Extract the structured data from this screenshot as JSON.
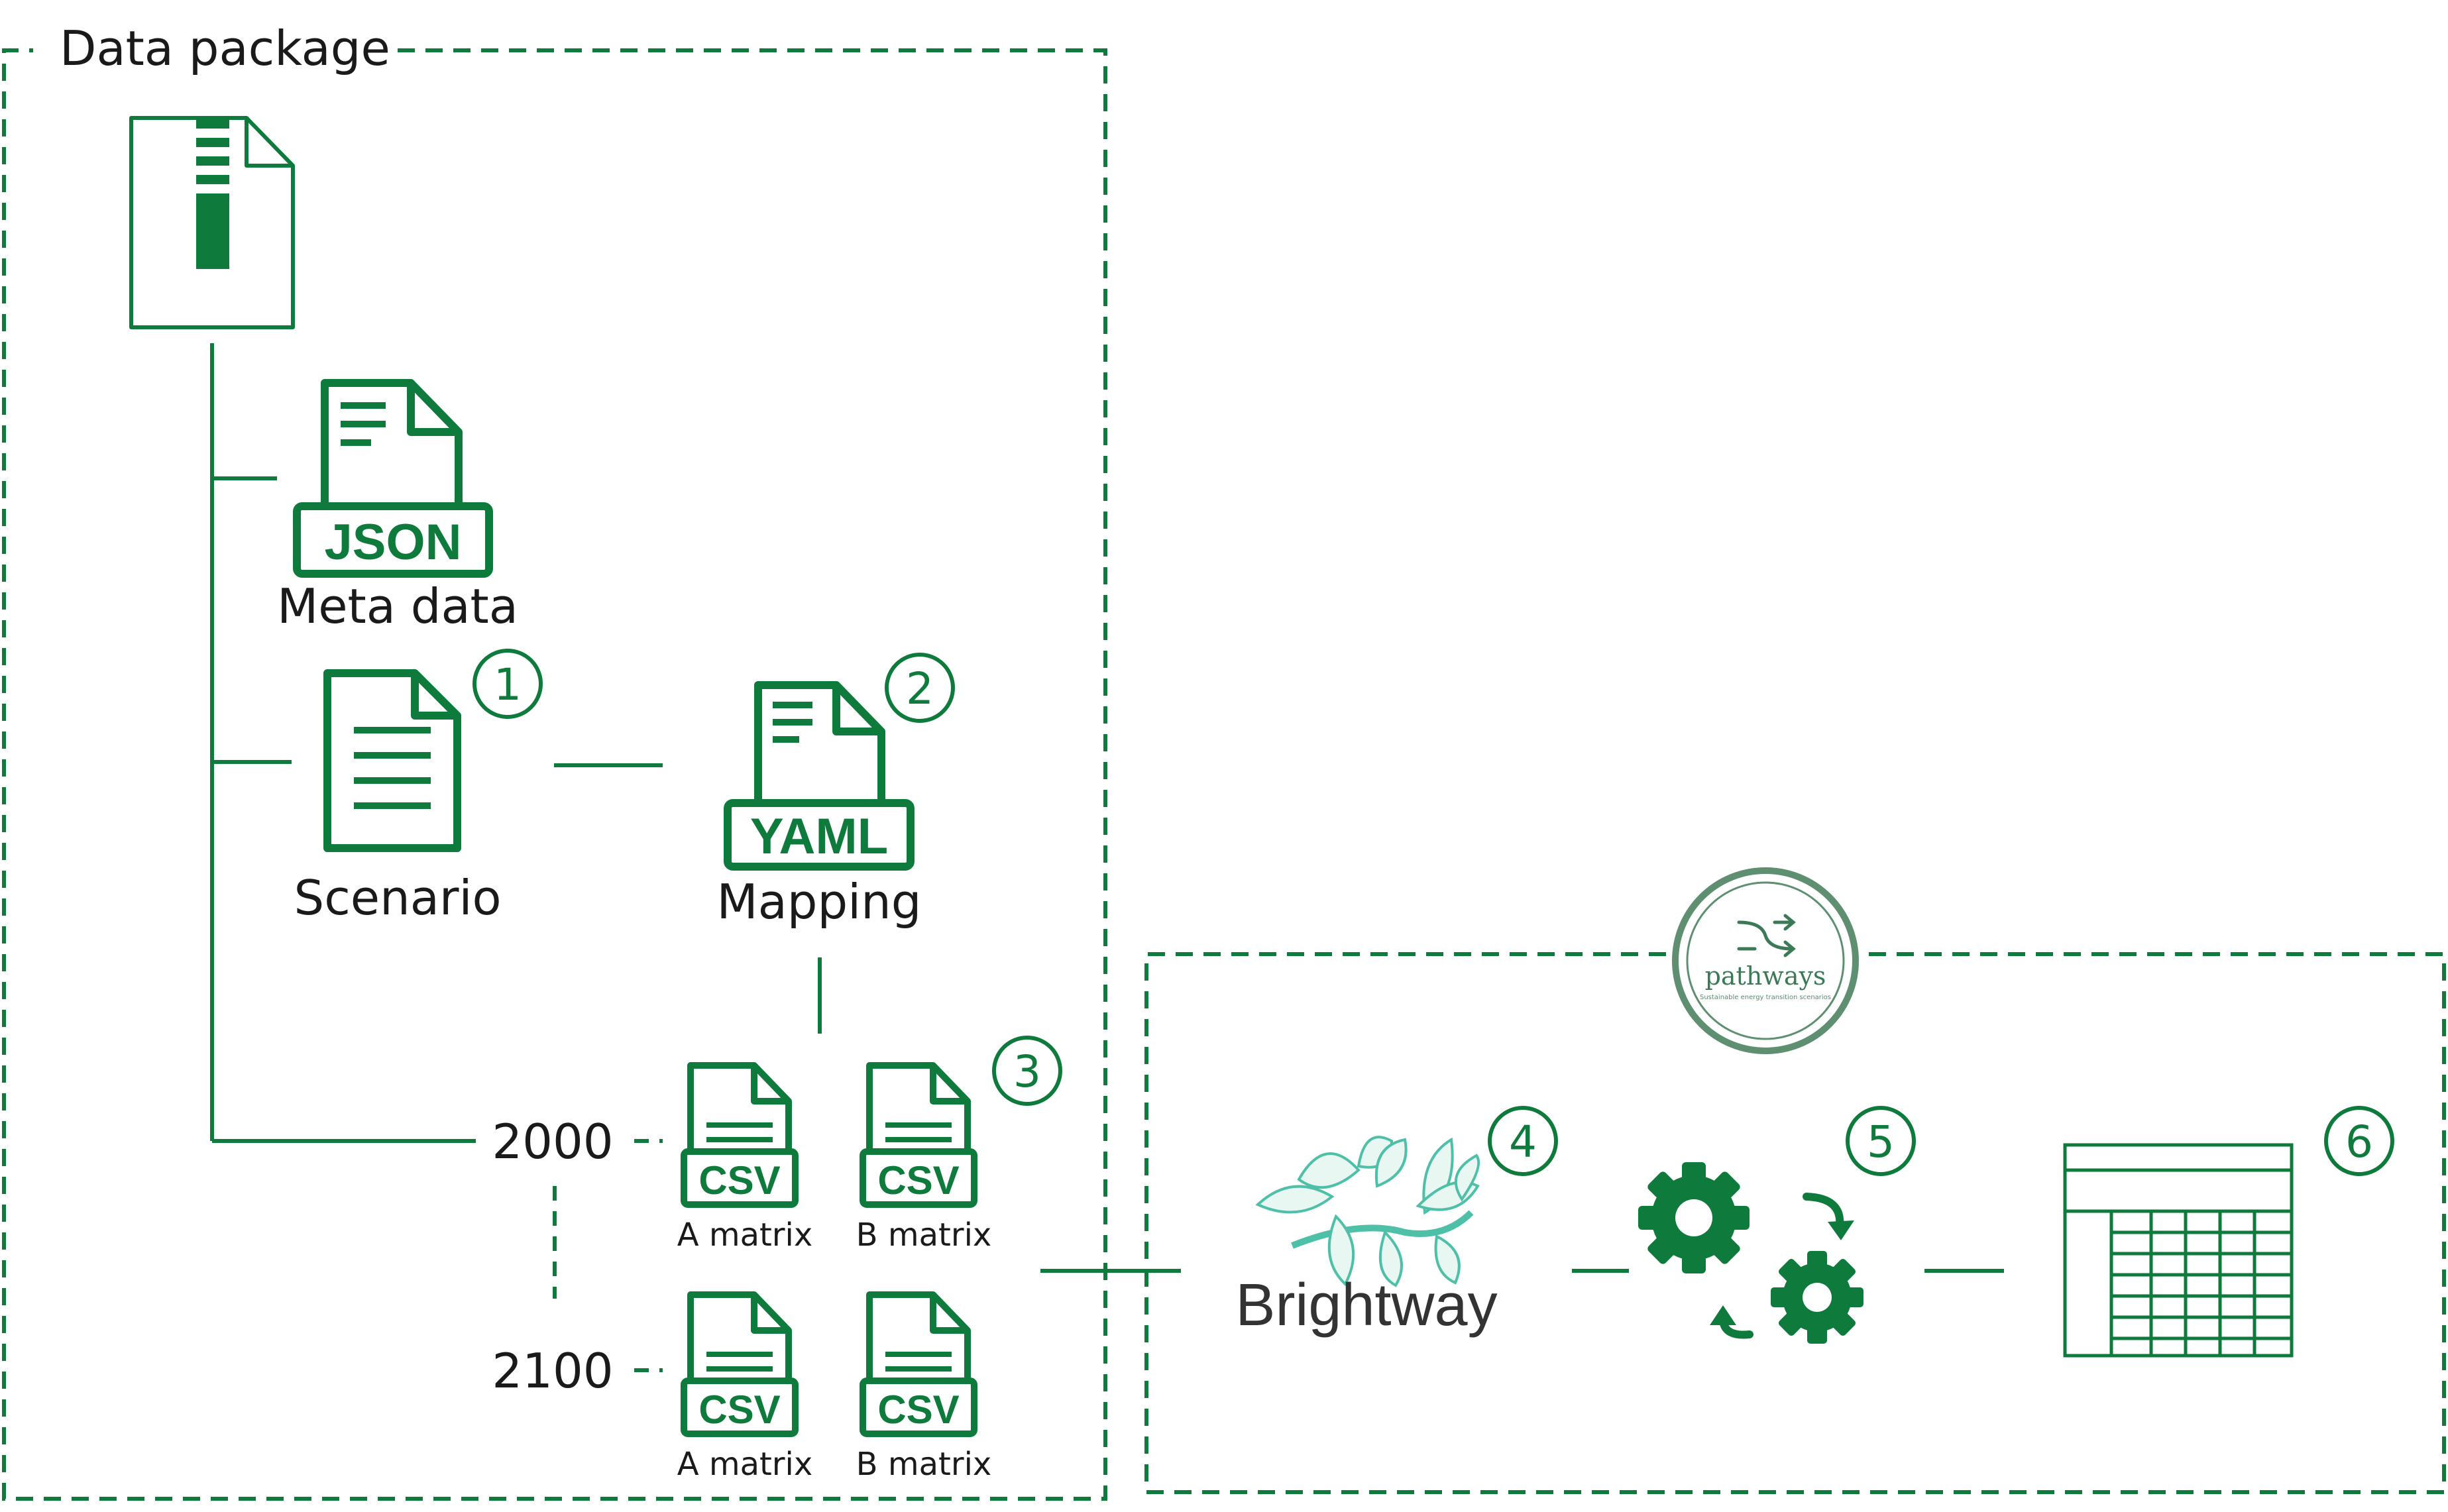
{
  "colors": {
    "green": "#0e7a3c",
    "brightway_leaf": "#4fc0a8",
    "pathways_ring": "#5d8f70",
    "text": "#1a1a1a"
  },
  "data_package": {
    "title": "Data package",
    "archive_icon": "zip-file-icon",
    "metadata": {
      "label": "Meta data",
      "badge": "JSON",
      "icon": "json-file-icon"
    },
    "scenario": {
      "label": "Scenario",
      "step": "1",
      "icon": "document-icon"
    },
    "mapping": {
      "label": "Mapping",
      "badge": "YAML",
      "step": "2",
      "icon": "yaml-file-icon"
    },
    "matrices": {
      "step": "3",
      "badge": "CSV",
      "a_label": "A matrix",
      "b_label": "B matrix",
      "years": [
        "2000",
        "2100"
      ]
    }
  },
  "pathways": {
    "logo_text": "pathways",
    "logo_subtitle": "Sustainable energy transition scenarios",
    "brightway": {
      "label": "Brightway",
      "step": "4",
      "icon": "brightway-leaves-icon"
    },
    "compute": {
      "step": "5",
      "icon": "gears-icon"
    },
    "results": {
      "step": "6",
      "icon": "table-icon"
    }
  }
}
